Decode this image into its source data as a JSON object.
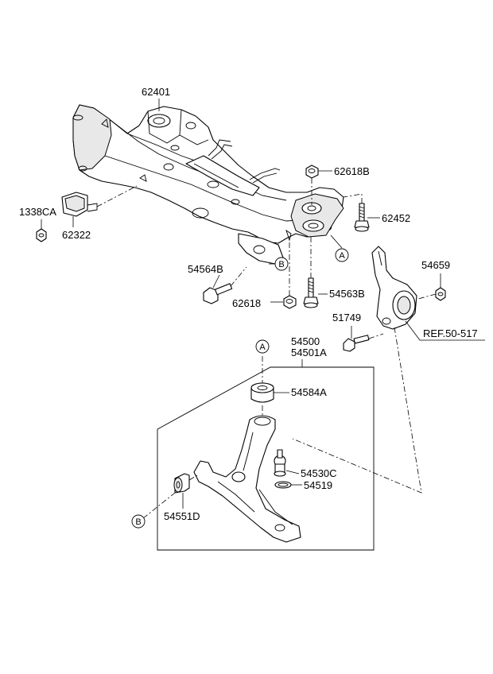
{
  "diagram": {
    "parts": {
      "p62401": "62401",
      "p62618B": "62618B",
      "p62452": "62452",
      "p1338CA": "1338CA",
      "p62322": "62322",
      "p54564B": "54564B",
      "p62618": "62618",
      "p54563B": "54563B",
      "p54659": "54659",
      "p51749": "51749",
      "ref": "REF.50-517",
      "p54500": "54500",
      "p54501A": "54501A",
      "p54584A": "54584A",
      "p54530C": "54530C",
      "p54519": "54519",
      "p54551D": "54551D"
    },
    "markers": {
      "a": "A",
      "b": "B"
    }
  }
}
